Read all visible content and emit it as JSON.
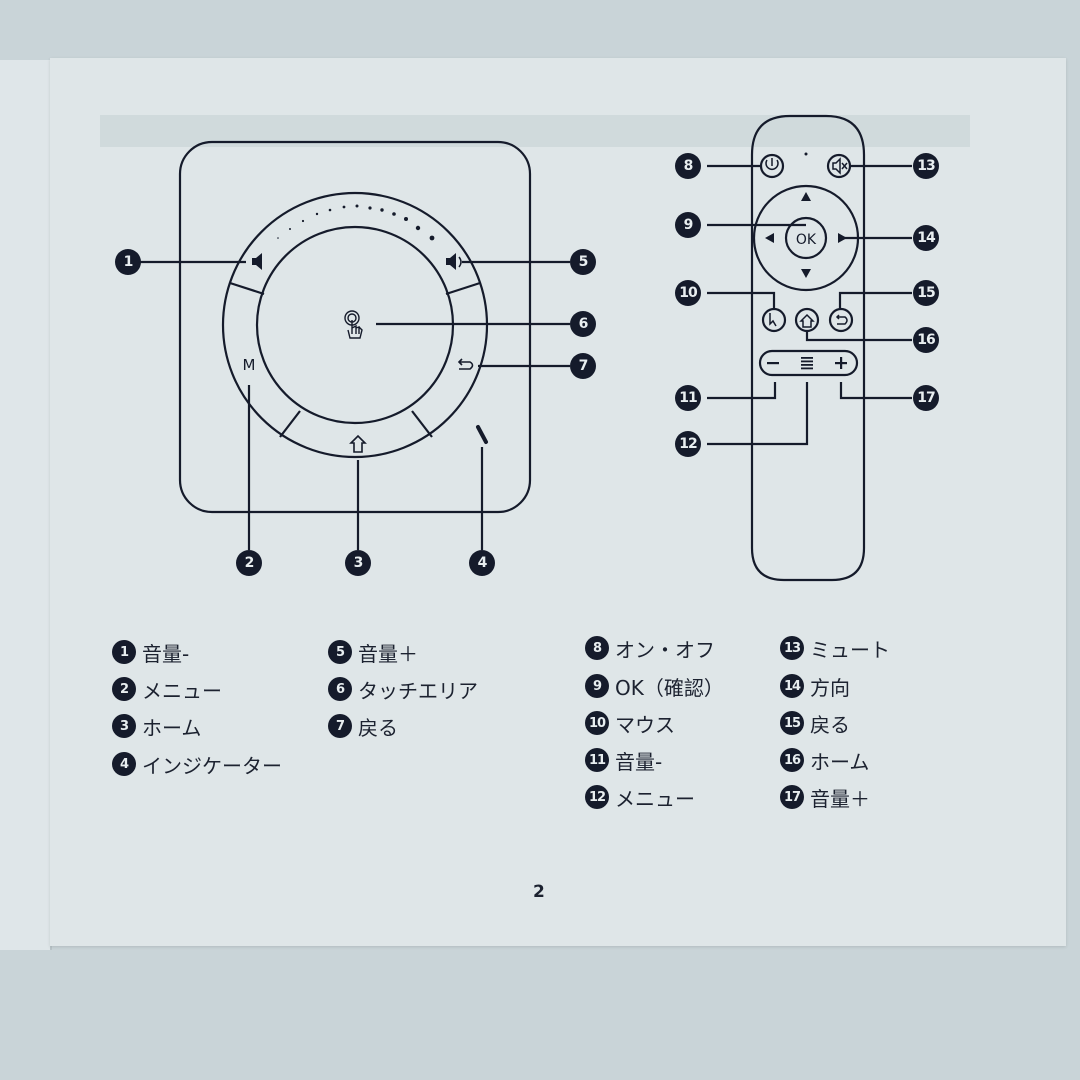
{
  "page": {
    "page_number": "2",
    "colors": {
      "ink": "#151b2b",
      "paper": "#dfe6e8",
      "background": "#c9d4d8"
    }
  },
  "projector_diagram": {
    "icons": {
      "volume_down": "speaker-low-icon",
      "volume_up": "speaker-high-icon",
      "touch": "touch-finger-icon",
      "menu": "M",
      "back": "back-arrow-icon",
      "home": "home-icon",
      "indicator": "indicator-light"
    },
    "callouts": [
      "1",
      "2",
      "3",
      "4",
      "5",
      "6",
      "7"
    ]
  },
  "remote_diagram": {
    "ok_label": "OK",
    "callouts": [
      "8",
      "9",
      "10",
      "11",
      "12",
      "13",
      "14",
      "15",
      "16",
      "17"
    ]
  },
  "legend_left": [
    {
      "num": "1",
      "label": "音量-"
    },
    {
      "num": "2",
      "label": "メニュー"
    },
    {
      "num": "3",
      "label": "ホーム"
    },
    {
      "num": "4",
      "label": "インジケーター"
    },
    {
      "num": "5",
      "label": "音量＋"
    },
    {
      "num": "6",
      "label": "タッチエリア"
    },
    {
      "num": "7",
      "label": "戻る"
    }
  ],
  "legend_right": [
    {
      "num": "8",
      "label": "オン・オフ"
    },
    {
      "num": "9",
      "label": "OK（確認）"
    },
    {
      "num": "10",
      "label": "マウス"
    },
    {
      "num": "11",
      "label": "音量-"
    },
    {
      "num": "12",
      "label": "メニュー"
    },
    {
      "num": "13",
      "label": "ミュート"
    },
    {
      "num": "14",
      "label": "方向"
    },
    {
      "num": "15",
      "label": "戻る"
    },
    {
      "num": "16",
      "label": "ホーム"
    },
    {
      "num": "17",
      "label": "音量＋"
    }
  ]
}
